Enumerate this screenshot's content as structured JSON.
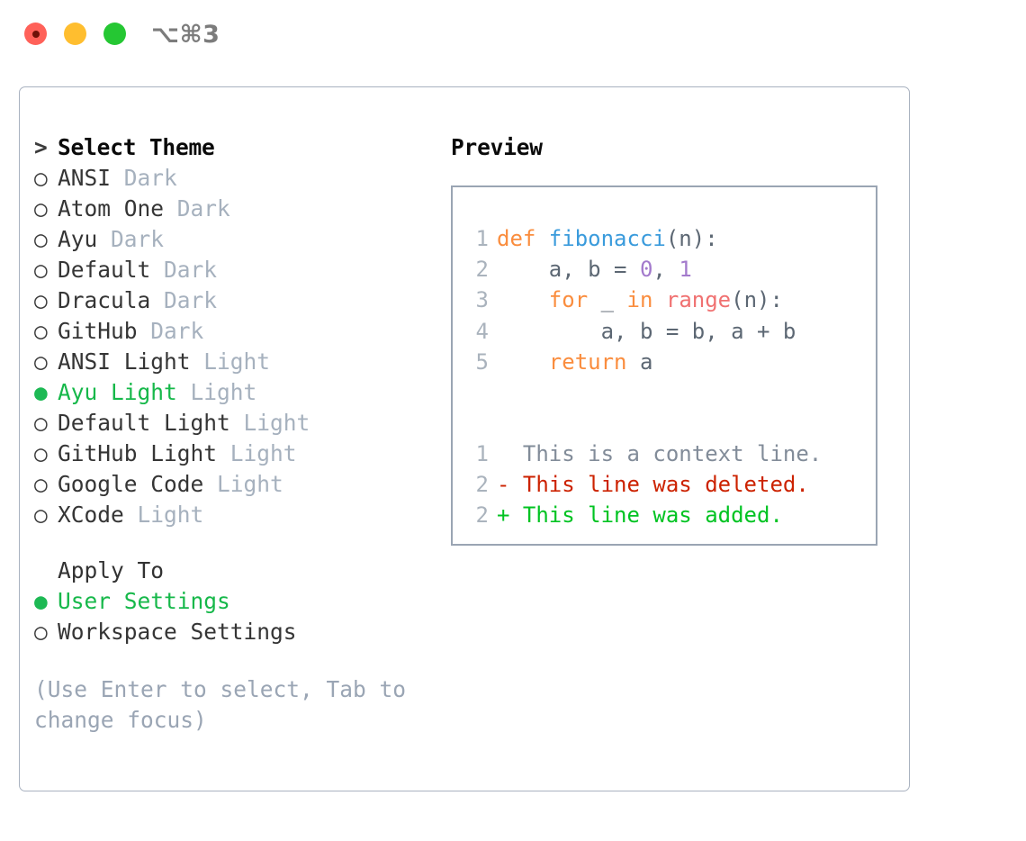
{
  "window": {
    "title": "⌥⌘3",
    "traffic_lights": [
      "close",
      "minimize",
      "maximize"
    ]
  },
  "left_panel": {
    "theme_section": {
      "prefix": ">",
      "heading": "Select Theme",
      "selected": "Ayu Light",
      "items": [
        {
          "marker": "○",
          "name": "ANSI",
          "tag": "Dark",
          "selected": false
        },
        {
          "marker": "○",
          "name": "Atom One",
          "tag": "Dark",
          "selected": false
        },
        {
          "marker": "○",
          "name": "Ayu",
          "tag": "Dark",
          "selected": false
        },
        {
          "marker": "○",
          "name": "Default",
          "tag": "Dark",
          "selected": false
        },
        {
          "marker": "○",
          "name": "Dracula",
          "tag": "Dark",
          "selected": false
        },
        {
          "marker": "○",
          "name": "GitHub",
          "tag": "Dark",
          "selected": false
        },
        {
          "marker": "○",
          "name": "ANSI Light",
          "tag": "Light",
          "selected": false
        },
        {
          "marker": "●",
          "name": "Ayu Light",
          "tag": "Light",
          "selected": true
        },
        {
          "marker": "○",
          "name": "Default Light",
          "tag": "Light",
          "selected": false
        },
        {
          "marker": "○",
          "name": "GitHub Light",
          "tag": "Light",
          "selected": false
        },
        {
          "marker": "○",
          "name": "Google Code",
          "tag": "Light",
          "selected": false
        },
        {
          "marker": "○",
          "name": "XCode",
          "tag": "Light",
          "selected": false
        }
      ]
    },
    "apply_section": {
      "heading": "Apply To",
      "selected": "User Settings",
      "items": [
        {
          "marker": "●",
          "name": "User Settings",
          "selected": true
        },
        {
          "marker": "○",
          "name": "Workspace Settings",
          "selected": false
        }
      ]
    },
    "hint": "(Use Enter to select, Tab to change focus)"
  },
  "right_panel": {
    "title": "Preview",
    "code_lines": [
      {
        "n": "1",
        "tokens": [
          {
            "t": "def ",
            "c": "kw"
          },
          {
            "t": "fibonacci",
            "c": "fn"
          },
          {
            "t": "(n):",
            "c": "pl"
          }
        ]
      },
      {
        "n": "2",
        "tokens": [
          {
            "t": "    a, b = ",
            "c": "pl"
          },
          {
            "t": "0",
            "c": "num"
          },
          {
            "t": ", ",
            "c": "pl"
          },
          {
            "t": "1",
            "c": "num"
          }
        ]
      },
      {
        "n": "3",
        "tokens": [
          {
            "t": "    ",
            "c": "pl"
          },
          {
            "t": "for",
            "c": "kw"
          },
          {
            "t": " _ ",
            "c": "pl"
          },
          {
            "t": "in",
            "c": "kw"
          },
          {
            "t": " ",
            "c": "pl"
          },
          {
            "t": "range",
            "c": "bi"
          },
          {
            "t": "(n):",
            "c": "pl"
          }
        ]
      },
      {
        "n": "4",
        "tokens": [
          {
            "t": "        a, b = b, a + b",
            "c": "pl"
          }
        ]
      },
      {
        "n": "5",
        "tokens": [
          {
            "t": "    ",
            "c": "pl"
          },
          {
            "t": "return",
            "c": "kw"
          },
          {
            "t": " a",
            "c": "pl"
          }
        ]
      }
    ],
    "diff_lines": [
      {
        "n": "1",
        "sign": " ",
        "text": "This is a context line.",
        "kind": "ctx"
      },
      {
        "n": "2",
        "sign": "-",
        "text": "This line was deleted.",
        "kind": "del"
      },
      {
        "n": "2",
        "sign": "+",
        "text": "This line was added.",
        "kind": "add"
      }
    ]
  },
  "colors": {
    "accent_green": "#16b84a",
    "tag_gray": "#a6b1be",
    "hint_gray": "#9aa5b4",
    "border": "#a9b2c0",
    "code_border": "#9aa5b3",
    "keyword": "#fa8d3e",
    "function": "#3a9bdc",
    "number": "#a37acc",
    "builtin": "#f07171",
    "plain": "#5c6773",
    "linenum": "#aab3bd",
    "diff_delete": "#cc2200",
    "diff_add": "#00c322",
    "diff_context": "#828c99"
  }
}
